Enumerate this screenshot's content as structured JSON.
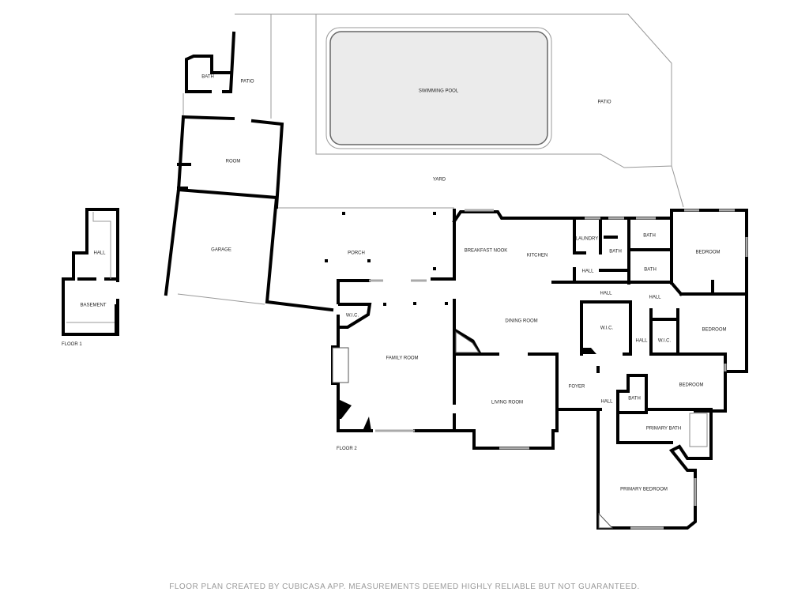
{
  "floors": {
    "floor1": "FLOOR 1",
    "floor2": "FLOOR 2"
  },
  "rooms": {
    "hall_f1": "HALL",
    "basement": "BASEMENT",
    "bath_outdoor": "BATH",
    "patio_left": "PATIO",
    "swimming_pool": "SWIMMING POOL",
    "patio_right": "PATIO",
    "room": "ROOM",
    "yard": "YARD",
    "garage": "GARAGE",
    "porch": "PORCH",
    "breakfast_nook": "BREAKFAST NOOK",
    "kitchen": "KITCHEN",
    "laundry": "LAUNDRY",
    "bath_1": "BATH",
    "bath_2": "BATH",
    "bath_3": "BATH",
    "bedroom_1": "BEDROOM",
    "hall_1": "HALL",
    "hall_2": "HALL",
    "hall_3": "HALL",
    "hall_4": "HALL",
    "hall_5": "HALL",
    "wic_1": "W.I.C.",
    "wic_2": "W.I.C.",
    "wic_3": "W.I.C.",
    "bedroom_2": "BEDROOM",
    "dining_room": "DINING ROOM",
    "family_room": "FAMILY ROOM",
    "foyer": "FOYER",
    "bedroom_3": "BEDROOM",
    "bath_4": "BATH",
    "living_room": "LIVING ROOM",
    "primary_bath": "PRIMARY BATH",
    "primary_bedroom": "PRIMARY BEDROOM"
  },
  "footer": "FLOOR PLAN CREATED BY CUBICASA APP. MEASUREMENTS DEEMED HIGHLY RELIABLE BUT NOT GUARANTEED."
}
